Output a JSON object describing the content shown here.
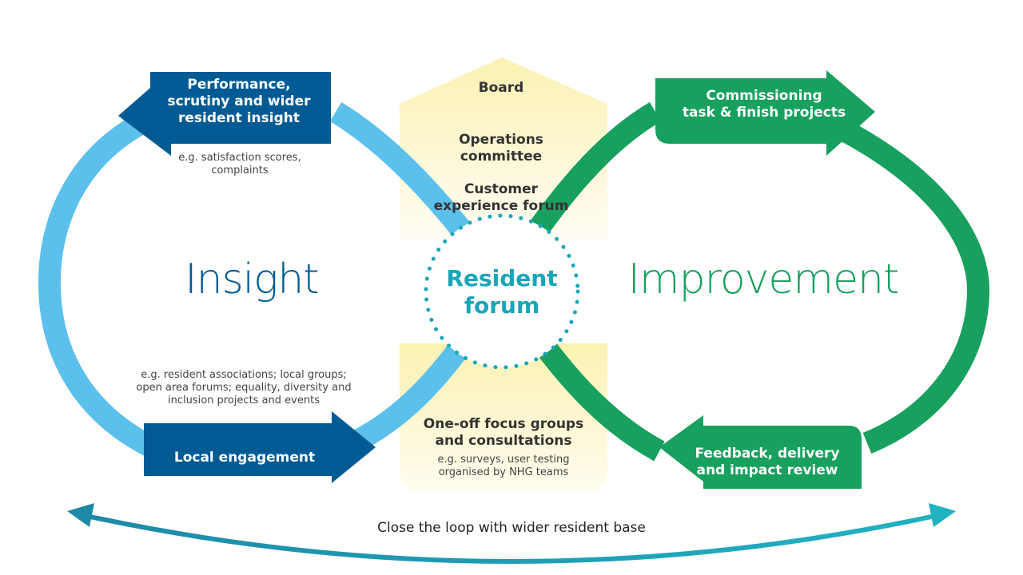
{
  "center": {
    "hub_line1": "Resident",
    "hub_line2": "forum",
    "governance": [
      "Board",
      "Operations\ncommittee",
      "Customer\nexperience forum"
    ],
    "focus_title": "One-off focus groups\nand consultations",
    "focus_note": "e.g. surveys, user testing\norganised by NHG teams"
  },
  "insight": {
    "title": "Insight",
    "performance_label": "Performance,\nscrutiny and wider\nresident insight",
    "performance_note": "e.g. satisfaction scores,\ncomplaints",
    "local_label": "Local engagement",
    "local_note": "e.g. resident associations; local groups;\nopen area forums; equality, diversity and\ninclusion projects and events"
  },
  "improvement": {
    "title": "Improvement",
    "commissioning_label": "Commissioning\ntask & finish projects",
    "feedback_label": "Feedback, delivery\nand impact review"
  },
  "bottom": {
    "loop_label": "Close the loop with wider resident base"
  },
  "colors": {
    "insight_ring": "#5bc0ec",
    "insight_dark": "#005b94",
    "improvement_green": "#17a05e",
    "hub_teal": "#1aa5b8",
    "highlight": "#fbf1b2"
  }
}
